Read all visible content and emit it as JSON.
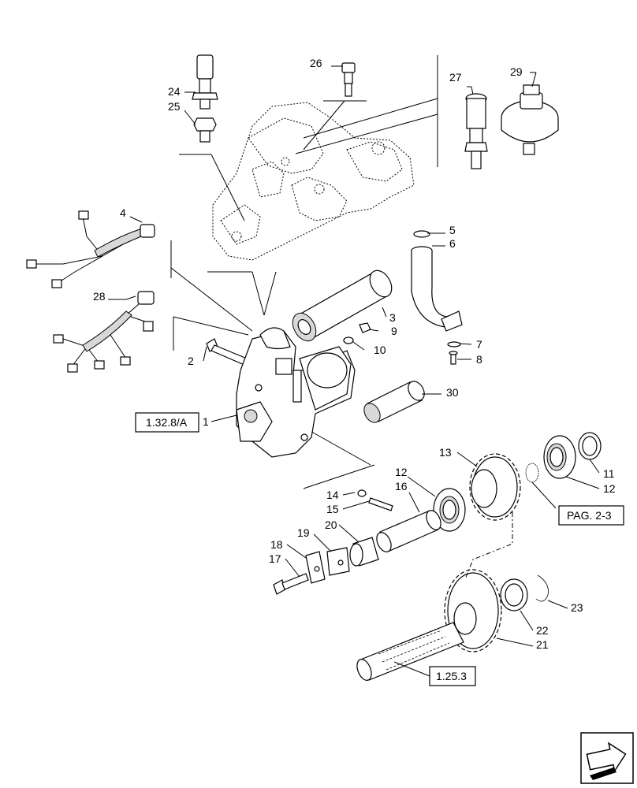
{
  "callouts": {
    "n1": "1",
    "n2": "2",
    "n3": "3",
    "n4": "4",
    "n5": "5",
    "n6": "6",
    "n7": "7",
    "n8": "8",
    "n9": "9",
    "n10": "10",
    "n11": "11",
    "n12a": "12",
    "n12b": "12",
    "n13": "13",
    "n14": "14",
    "n15": "15",
    "n16": "16",
    "n17": "17",
    "n18": "18",
    "n19": "19",
    "n20": "20",
    "n21": "21",
    "n22": "22",
    "n23": "23",
    "n24": "24",
    "n25": "25",
    "n26": "26",
    "n27": "27",
    "n28": "28",
    "n29": "29",
    "n30": "30"
  },
  "references": {
    "ref_1328a": "1.32.8/A",
    "ref_pag23": "PAG. 2-3",
    "ref_1253": "1.25.3"
  },
  "icons": {
    "nav": "next-page-arrow-icon"
  }
}
